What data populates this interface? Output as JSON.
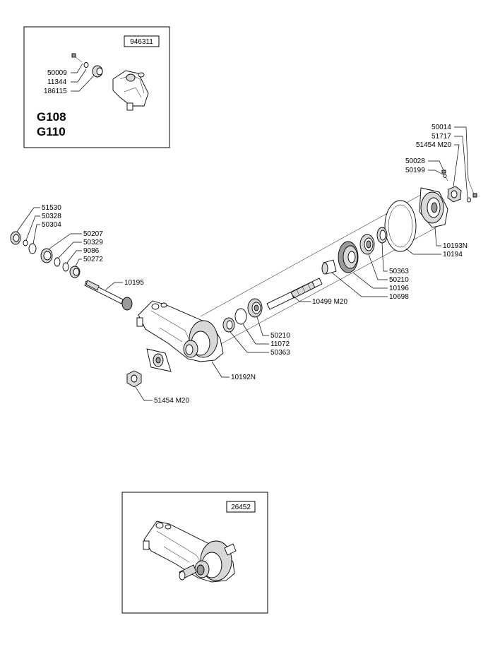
{
  "inset_top": {
    "ref_number": "946311",
    "models": [
      "G108",
      "G110"
    ],
    "parts": [
      "50009",
      "11344",
      "186115"
    ]
  },
  "main_parts": {
    "p50014": "50014",
    "p51717": "51717",
    "p51454_m20_top": "51454  M20",
    "p50028": "50028",
    "p50199": "50199",
    "p10193N": "10193N",
    "p10194": "10194",
    "p50363_right": "50363",
    "p50210_right": "50210",
    "p10196": "10196",
    "p10698": "10698",
    "p10499_m20": "10499  M20",
    "p51530": "51530",
    "p50328": "50328",
    "p50304": "50304",
    "p50207": "50207",
    "p50329": "50329",
    "p9086": "9086",
    "p50272": "50272",
    "p10195": "10195",
    "p50210_mid": "50210",
    "p11072": "11072",
    "p50363_mid": "50363",
    "p10192N": "10192N",
    "p51454_m20_bottom": "51454  M20"
  },
  "inset_bottom": {
    "ref_number": "26452"
  }
}
